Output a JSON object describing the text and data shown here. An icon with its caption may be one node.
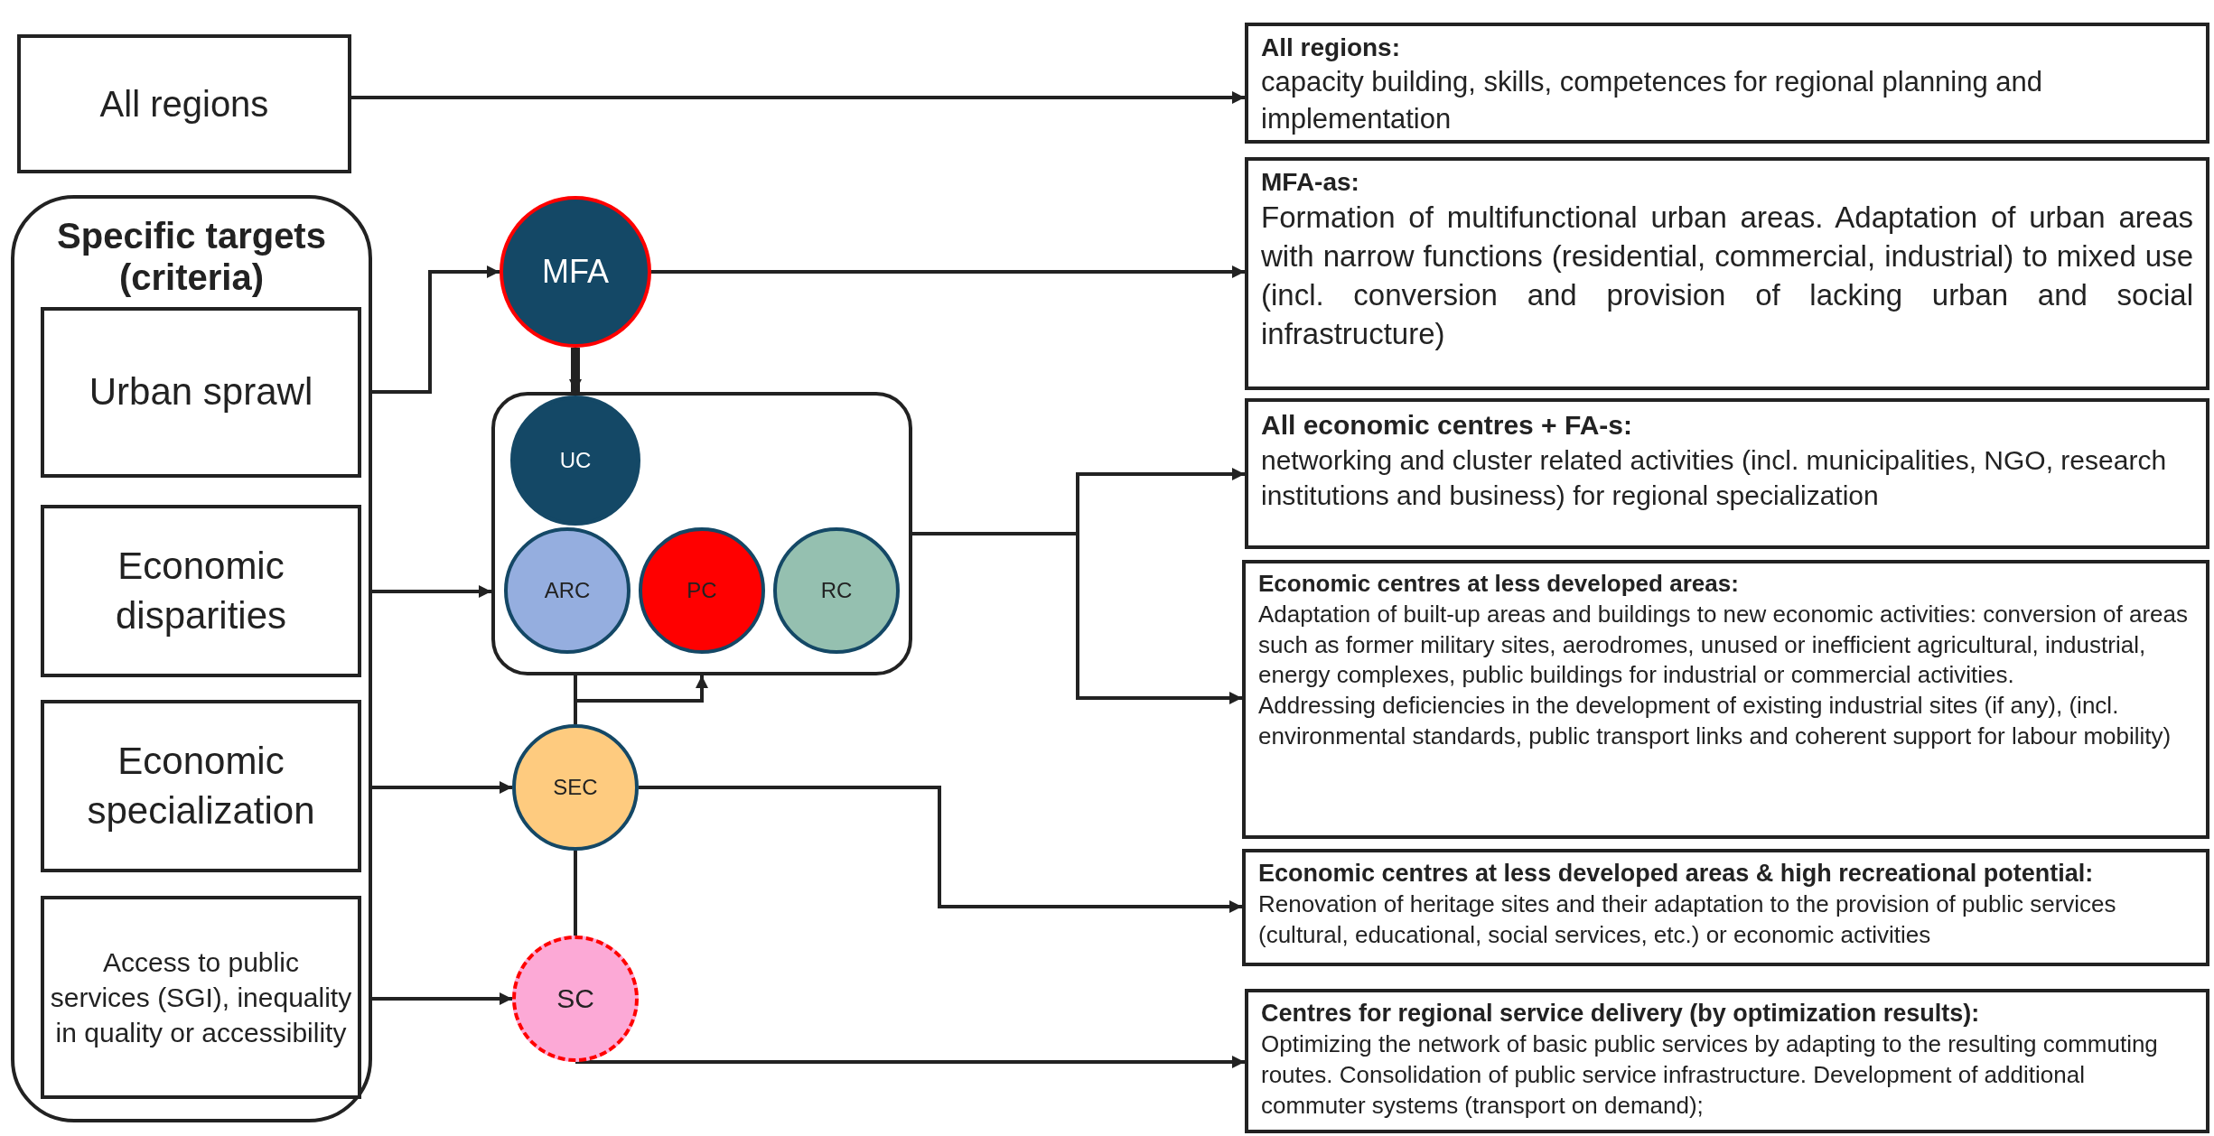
{
  "diagram": {
    "nodes": [
      {
        "text": [
          "All regions"
        ]
      },
      {
        "text": [
          "All regions:",
          "capacity building, skills, competences for regional planning and implementation"
        ]
      },
      {
        "text": [
          "Specific targets (criteria)"
        ]
      },
      {
        "text": [
          "Urban sprawl"
        ],
        "in": 2
      },
      {
        "text": [
          "Economic disparities"
        ],
        "in": 2
      },
      {
        "text": [
          "Economic specialization"
        ],
        "in": 2
      },
      {
        "text": [
          "Access to public services (SGI), inequality in quality or accessibility"
        ],
        "in": 2
      },
      {
        "text": [
          "MFA"
        ]
      },
      {
        "text": [],
        "shape": "box"
      },
      {
        "text": [
          "UC"
        ],
        "in": 8
      },
      {
        "text": [
          "ARC"
        ],
        "in": 8
      },
      {
        "text": [
          "PC"
        ],
        "in": 8
      },
      {
        "text": [
          "RC"
        ],
        "in": 8
      },
      {
        "text": [
          "SEC"
        ]
      },
      {
        "text": [
          "SC"
        ]
      },
      {
        "text": [
          "MFA-as:",
          "Formation of multifunctional urban areas. Adaptation of urban areas with narrow functions (residential, commercial, industrial) to mixed use (incl. conversion and provision of lacking urban and social infrastructure)"
        ]
      },
      {
        "text": [
          "All economic centres + FA-s:",
          "networking and cluster related activities (incl. municipalities, NGO, research institutions and business) for regional specialization"
        ]
      },
      {
        "text": [
          "Economic centres at less developed areas:",
          "Adaptation of built-up areas and buildings to new economic activities: conversion of areas such as former military sites, aerodromes, unused or inefficient agricultural, industrial, energy complexes, public buildings for industrial or commercial activities.",
          "Addressing deficiencies in the development of existing industrial sites (if any), (incl. environmental standards, public transport links and coherent support for labour mobility)"
        ]
      },
      {
        "text": [
          "Economic centres at less developed areas & high recreational potential:",
          "Renovation of heritage sites and their adaptation to the provision of public services (cultural, educational, social services, etc.) or economic activities"
        ]
      },
      {
        "text": [
          "Centres for regional service delivery (by optimization results):",
          "Optimizing the network of basic public services by adapting to the resulting commuting routes. Consolidation of public service infrastructure. Development of additional commuter systems (transport on demand);"
        ]
      }
    ],
    "edges": [
      {
        "from": 0,
        "to": 1,
        "arrow": "to"
      },
      {
        "from": 3,
        "to": 7,
        "arrow": "to"
      },
      {
        "from": 7,
        "to": 8,
        "arrow": "to",
        "style": "thick"
      },
      {
        "from": 7,
        "to": 15,
        "arrow": "to"
      },
      {
        "from": 4,
        "to": 8,
        "arrow": "to"
      },
      {
        "from": 8,
        "to": 16,
        "arrow": "to"
      },
      {
        "from": 8,
        "to": 17,
        "arrow": "to"
      },
      {
        "from": 10,
        "to": 13,
        "arrow": "none"
      },
      {
        "from": 13,
        "to": 8,
        "arrow": "to"
      },
      {
        "from": 5,
        "to": 13,
        "arrow": "to"
      },
      {
        "from": 13,
        "to": 18,
        "arrow": "to"
      },
      {
        "from": 13,
        "to": 14,
        "arrow": "none"
      },
      {
        "from": 6,
        "to": 14,
        "arrow": "to"
      },
      {
        "from": 14,
        "to": 19,
        "arrow": "to"
      }
    ]
  }
}
